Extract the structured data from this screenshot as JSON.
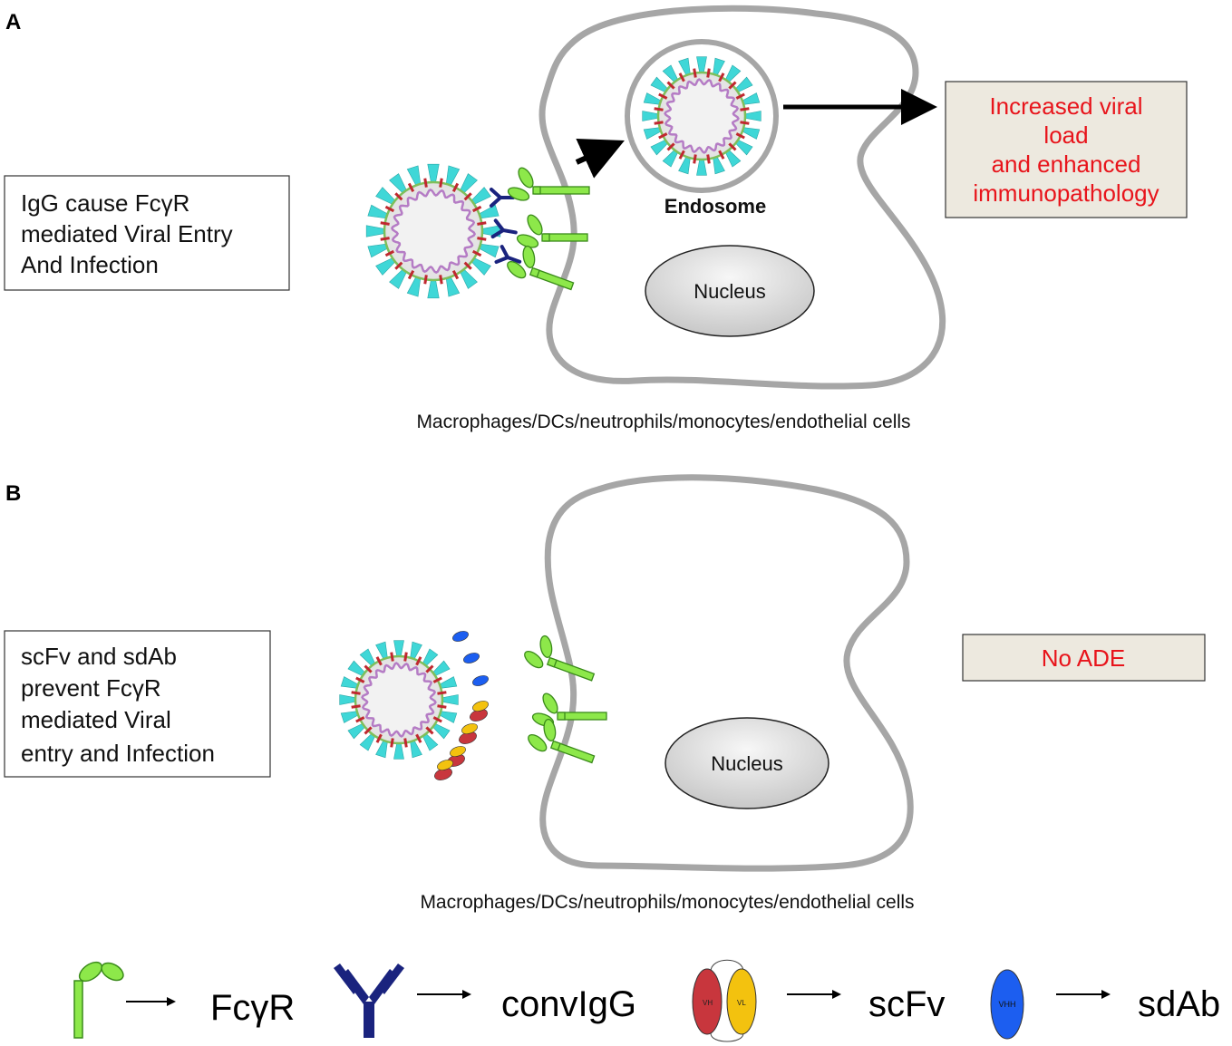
{
  "panel_a": {
    "label": "A",
    "info_box": [
      "IgG cause FcγR",
      "mediated Viral Entry",
      "And Infection"
    ],
    "endosome_label": "Endosome",
    "nucleus_label": "Nucleus",
    "outcome_box": [
      "Increased viral",
      "load",
      "and enhanced",
      "immunopathology"
    ],
    "cell_types": "Macrophages/DCs/neutrophils/monocytes/endothelial cells"
  },
  "panel_b": {
    "label": "B",
    "info_box": [
      "scFv and sdAb",
      "prevent FcγR",
      "mediated Viral",
      "entry and Infection"
    ],
    "nucleus_label": "Nucleus",
    "outcome_box": "No ADE",
    "cell_types": "Macrophages/DCs/neutrophils/monocytes/endothelial cells"
  },
  "legend": {
    "fcgr": "FcγR",
    "convigg": "convIgG",
    "scfv": "scFv",
    "sdab": "sdAb",
    "vh": "VH",
    "vl": "VL",
    "vhh": "VHH"
  },
  "colors": {
    "outcome_text": "#e8141b",
    "outcome_bg": "#ede9df",
    "receptor": "#8de84a",
    "igg": "#1a237e",
    "spike": "#3fd7d7",
    "membrane_stud": "#c0282f",
    "rna": "#b57cc5",
    "vh": "#c8363d",
    "vl": "#f3c20f",
    "vhh": "#1c5ef0",
    "cell_outline": "#a6a6a6"
  }
}
